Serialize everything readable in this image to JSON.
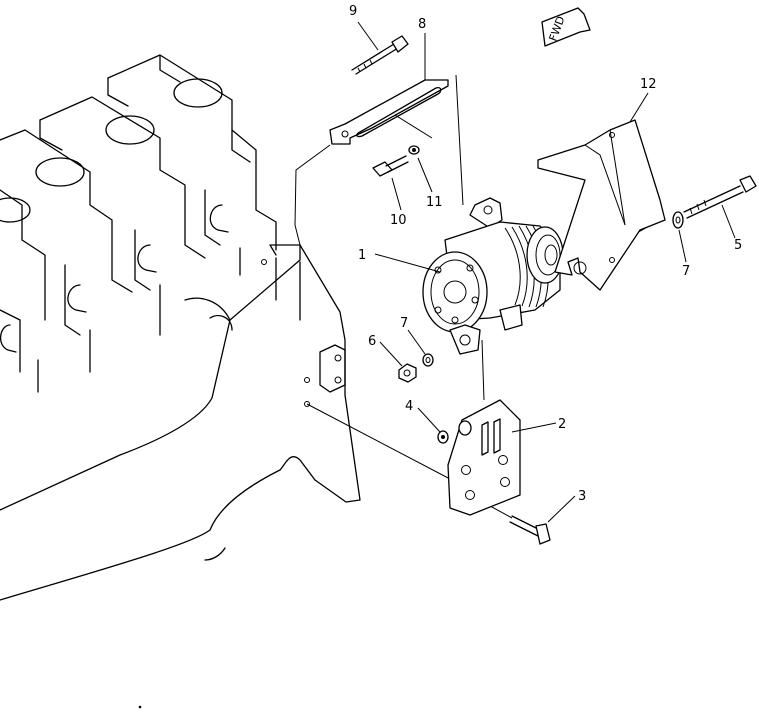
{
  "direction_tag": "FWD",
  "callouts": [
    {
      "id": "c1",
      "label": "1"
    },
    {
      "id": "c2",
      "label": "2"
    },
    {
      "id": "c3",
      "label": "3"
    },
    {
      "id": "c4",
      "label": "4"
    },
    {
      "id": "c5",
      "label": "5"
    },
    {
      "id": "c6",
      "label": "6"
    },
    {
      "id": "c7a",
      "label": "7"
    },
    {
      "id": "c7b",
      "label": "7"
    },
    {
      "id": "c8",
      "label": "8"
    },
    {
      "id": "c9",
      "label": "9"
    },
    {
      "id": "c10",
      "label": "10"
    },
    {
      "id": "c11",
      "label": "11"
    },
    {
      "id": "c12",
      "label": "12"
    }
  ]
}
